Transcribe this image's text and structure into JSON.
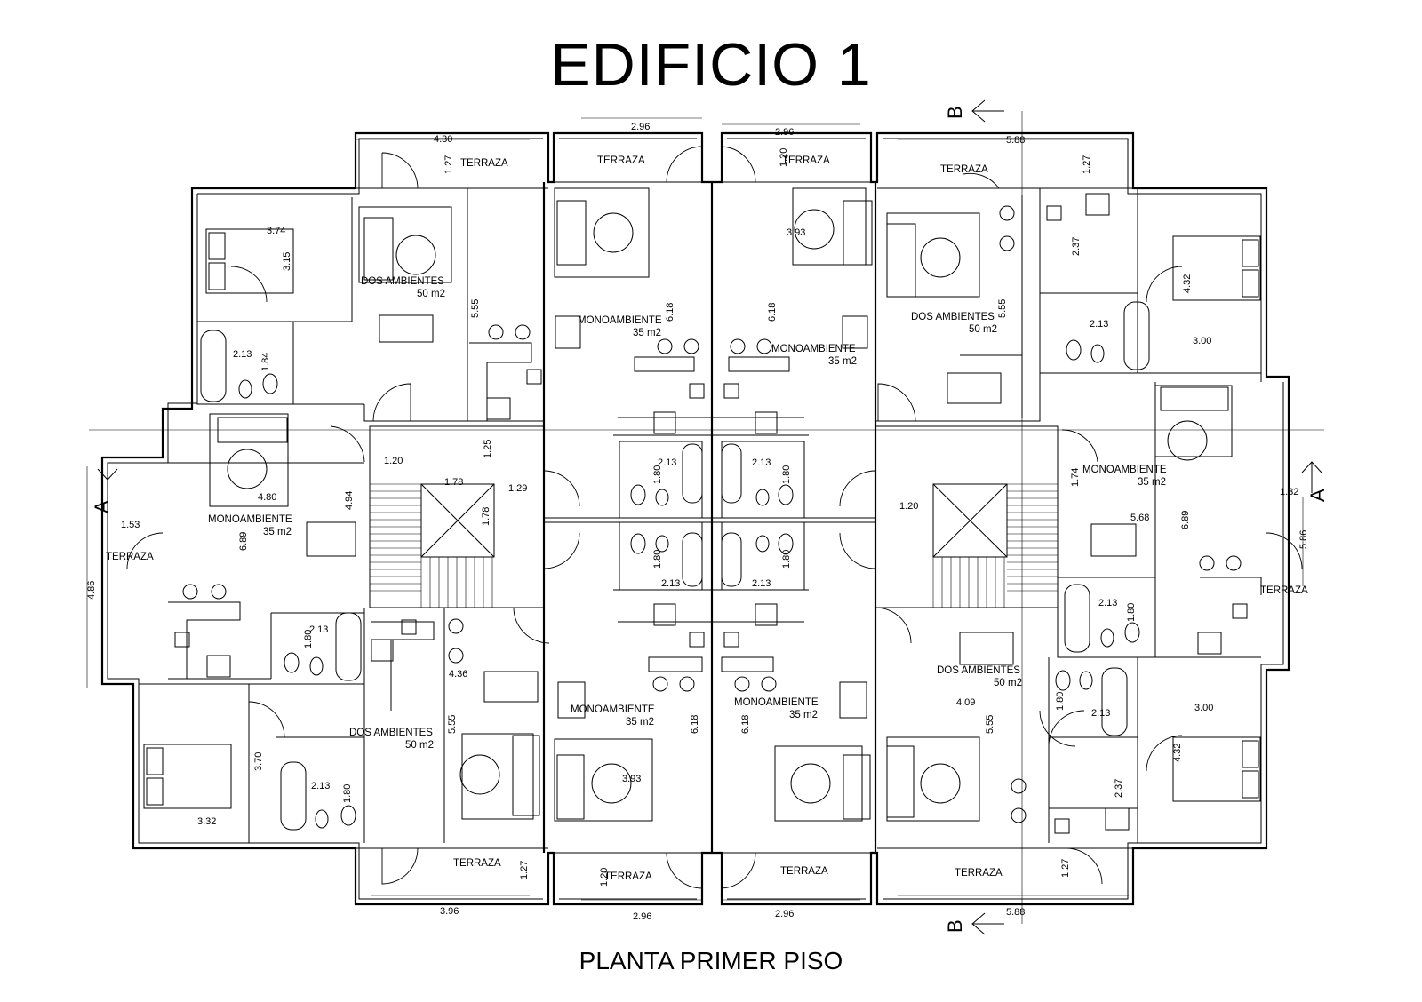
{
  "title": "EDIFICIO 1",
  "caption": "PLANTA PRIMER PISO",
  "section_marks": {
    "b": "B",
    "a": "A"
  },
  "units": [
    {
      "id": "u1",
      "name": "DOS AMBIENTES",
      "area": "50 m2"
    },
    {
      "id": "u2",
      "name": "MONOAMBIENTE",
      "area": "35 m2"
    },
    {
      "id": "u3",
      "name": "MONOAMBIENTE",
      "area": "35 m2"
    },
    {
      "id": "u4",
      "name": "DOS AMBIENTES",
      "area": "50 m2"
    },
    {
      "id": "u5",
      "name": "MONOAMBIENTE",
      "area": "35 m2"
    },
    {
      "id": "u6",
      "name": "MONOAMBIENTE",
      "area": "35 m2"
    },
    {
      "id": "u7",
      "name": "DOS AMBIENTES",
      "area": "50 m2"
    },
    {
      "id": "u8",
      "name": "MONOAMBIENTE",
      "area": "35 m2"
    },
    {
      "id": "u9",
      "name": "MONOAMBIENTE",
      "area": "35 m2"
    },
    {
      "id": "u10",
      "name": "DOS AMBIENTES",
      "area": "50 m2"
    }
  ],
  "terraces": [
    "TERRAZA",
    "TERRAZA",
    "TERRAZA",
    "TERRAZA",
    "TERRAZA",
    "TERRAZA",
    "TERRAZA",
    "TERRAZA",
    "TERRAZA",
    "TERRAZA"
  ],
  "dimensions": {
    "top": [
      "2.96",
      "4.30",
      "2.96",
      "5.88",
      "1.27",
      "1.20",
      "1.27"
    ],
    "bottom": [
      "3.96",
      "2.96",
      "2.96",
      "5.88",
      "1.27",
      "1.20",
      "1.27"
    ],
    "upper_left": [
      "3.74",
      "3.15",
      "5.55",
      "2.13",
      "1.84"
    ],
    "upper_center": [
      "6.18",
      "6.18",
      "3.93"
    ],
    "upper_right": [
      "5.55",
      "2.37",
      "2.13",
      "4.32",
      "3.00"
    ],
    "mid_left": [
      "1.20",
      "1.25",
      "1.78",
      "1.29",
      "1.78",
      "4.80",
      "4.94",
      "6.89",
      "1.53",
      "4.86"
    ],
    "mid_center": [
      "2.13",
      "1.80",
      "2.13",
      "1.80",
      "1.80",
      "2.13",
      "1.80",
      "2.13"
    ],
    "mid_right": [
      "1.20",
      "1.74",
      "5.68",
      "6.89",
      "1.32",
      "5.86",
      "1.80",
      "2.13"
    ],
    "lower_left": [
      "1.80",
      "2.13",
      "4.36",
      "5.55",
      "3.70",
      "3.32",
      "2.13",
      "1.80"
    ],
    "lower_center": [
      "6.18",
      "6.18",
      "3.93"
    ],
    "lower_right": [
      "4.09",
      "5.55",
      "1.80",
      "2.13",
      "3.00",
      "4.32",
      "2.37"
    ]
  }
}
